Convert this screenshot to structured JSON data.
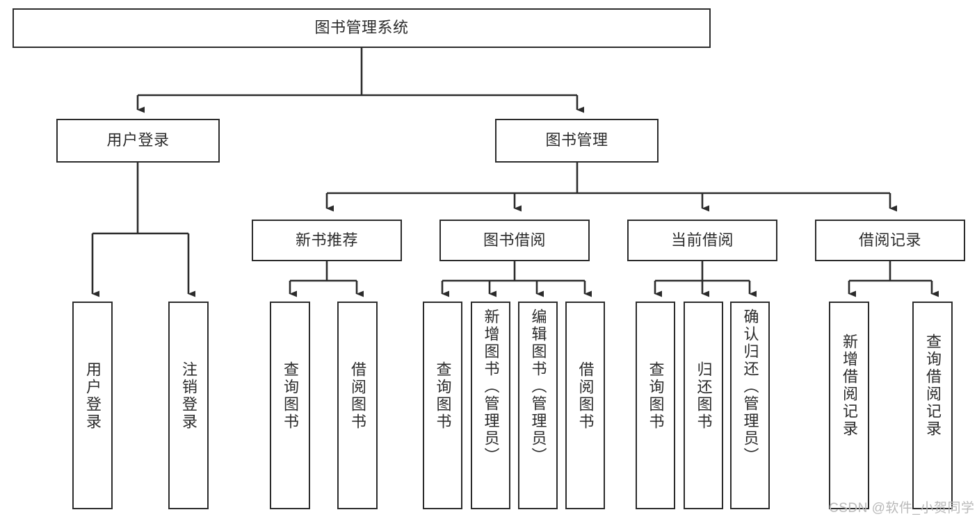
{
  "diagram": {
    "title": "图书管理系统",
    "type": "function-hierarchy-tree",
    "line_color": "#2b2b2b",
    "box_fill": "#ffffff",
    "text_color": "#2b2b2b",
    "root": {
      "label": "图书管理系统"
    },
    "level2": [
      {
        "label": "用户登录"
      },
      {
        "label": "图书管理"
      }
    ],
    "level3": [
      {
        "label": "新书推荐"
      },
      {
        "label": "图书借阅"
      },
      {
        "label": "当前借阅"
      },
      {
        "label": "借阅记录"
      }
    ],
    "leaves": {
      "user_login": [
        {
          "label": "用户登录"
        },
        {
          "label": "注销登录"
        }
      ],
      "new_book_recommend": [
        {
          "label": "查询图书"
        },
        {
          "label": "借阅图书"
        }
      ],
      "book_borrow": [
        {
          "label": "查询图书"
        },
        {
          "label": "新增图书（管理员）"
        },
        {
          "label": "编辑图书（管理员）"
        },
        {
          "label": "借阅图书"
        }
      ],
      "current_borrow": [
        {
          "label": "查询图书"
        },
        {
          "label": "归还图书"
        },
        {
          "label": "确认归还（管理员）"
        }
      ],
      "borrow_record": [
        {
          "label": "新增借阅记录"
        },
        {
          "label": "查询借阅记录"
        }
      ]
    }
  },
  "watermark": {
    "text": "CSDN @软件_小贺同学"
  }
}
